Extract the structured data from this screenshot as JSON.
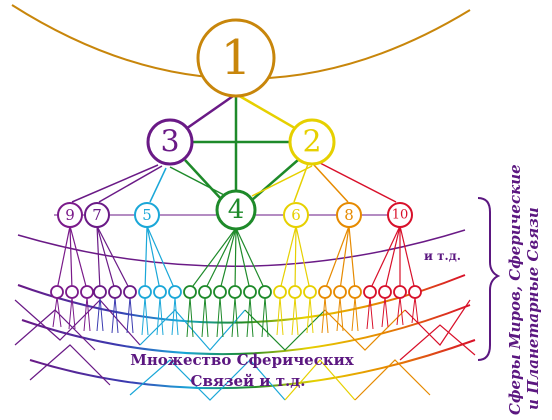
{
  "spheres": {
    "s1": {
      "label": "1",
      "color": "#c8860b"
    },
    "s2": {
      "label": "2",
      "color": "#e6d000"
    },
    "s3": {
      "label": "3",
      "color": "#6a1a86"
    },
    "s4": {
      "label": "4",
      "color": "#1e8a2a"
    },
    "s5": {
      "label": "5",
      "color": "#1aa7d8"
    },
    "s6": {
      "label": "6",
      "color": "#e6d000"
    },
    "s7": {
      "label": "7",
      "color": "#6a1a86"
    },
    "s8": {
      "label": "8",
      "color": "#e68a00"
    },
    "s9": {
      "label": "9",
      "color": "#7a1a8a"
    },
    "s10": {
      "label": "10",
      "color": "#d8102a"
    }
  },
  "labels": {
    "etc": "и т.д.",
    "bottom_line1": "Множество Сферических",
    "bottom_line2": "Связей и т.д.",
    "side_line1": "Сферы Миров, Сферические",
    "side_line2": "и Планетарные Связи"
  },
  "colors": {
    "text": "#5b1780",
    "arc_gold": "#c8860b",
    "arc_purple": "#6a1a86",
    "spectrum": [
      "#6a1a86",
      "#3a3ab0",
      "#1aa7d8",
      "#1e8a2a",
      "#e6d000",
      "#e68a00",
      "#d8102a"
    ]
  }
}
